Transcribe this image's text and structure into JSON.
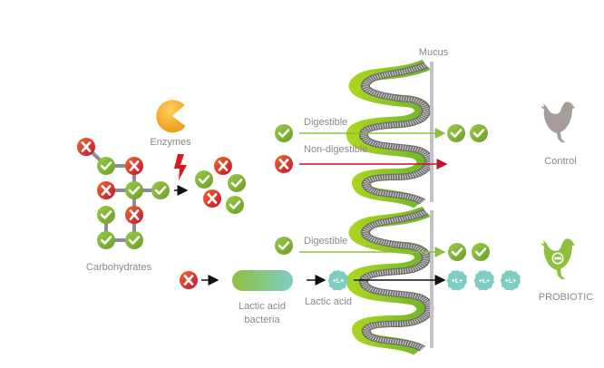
{
  "labels": {
    "mucus": "Mucus",
    "enzymes": "Enzymes",
    "carbohydrates": "Carbohydrates",
    "digestible_top": "Digestible",
    "non_digestible": "Non-digestible",
    "digestible_bottom": "Digestible",
    "lactic_acid_bacteria_line1": "Lactic acid",
    "lactic_acid_bacteria_line2": "bacteria",
    "lactic_acid": "Lactic acid",
    "control": "Control",
    "probiotic": "PROBIOTIC",
    "lactate_symbol": "+L+"
  },
  "icons": {
    "check": "check-circle-icon",
    "cross": "cross-circle-icon",
    "enzyme": "pacman-enzyme-icon",
    "bolt": "lightning-bolt-icon",
    "chicken": "chicken-silhouette-icon",
    "lactate": "lactate-badge-icon"
  },
  "colors": {
    "green": "#8bbf3c",
    "green_dark": "#6a9f25",
    "red": "#e1502a",
    "red_dark": "#c41230",
    "teal": "#7ecdc0",
    "gray_text": "#8a8790",
    "mucus_line": "#c3c2c8",
    "chicken_control": "#a59d9a",
    "chicken_probiotic": "#8dc03f",
    "arrow_green": "#8dc03f",
    "arrow_red": "#c8102e",
    "enzyme": "#f5a623"
  }
}
